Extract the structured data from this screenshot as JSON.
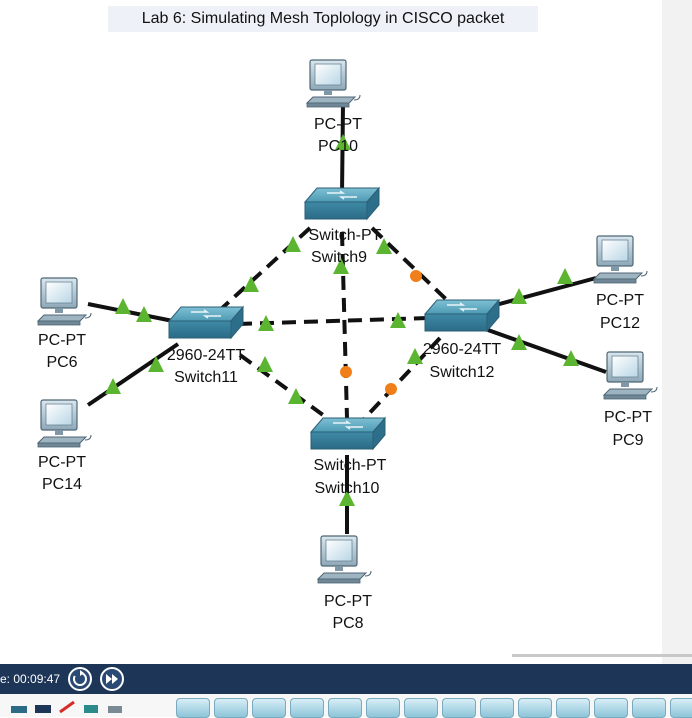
{
  "title": "Lab 6: Simulating Mesh Toplology in CISCO packet",
  "colors": {
    "cable": "#111111",
    "link_up": "#5cb531",
    "link_pending": "#f07f1a",
    "sim_bar": "#1d3557",
    "switch": "#3f8aa7"
  },
  "devices": {
    "pc10": {
      "type": "PC-PT",
      "name": "PC10",
      "icon": "pc-icon"
    },
    "pc6": {
      "type": "PC-PT",
      "name": "PC6",
      "icon": "pc-icon"
    },
    "pc14": {
      "type": "PC-PT",
      "name": "PC14",
      "icon": "pc-icon"
    },
    "pc12": {
      "type": "PC-PT",
      "name": "PC12",
      "icon": "pc-icon"
    },
    "pc9": {
      "type": "PC-PT",
      "name": "PC9",
      "icon": "pc-icon"
    },
    "pc8": {
      "type": "PC-PT",
      "name": "PC8",
      "icon": "pc-icon"
    },
    "switch9": {
      "type": "Switch-PT",
      "name": "Switch9",
      "icon": "switch-icon"
    },
    "switch10": {
      "type": "Switch-PT",
      "name": "Switch10",
      "icon": "switch-icon"
    },
    "switch11": {
      "type": "2960-24TT",
      "name": "Switch11",
      "icon": "switch-icon"
    },
    "switch12": {
      "type": "2960-24TT",
      "name": "Switch12",
      "icon": "switch-icon"
    }
  },
  "links": [
    {
      "from": "PC10",
      "to": "Switch9",
      "cable": "straight",
      "end_states": [
        "up",
        "up"
      ]
    },
    {
      "from": "PC6",
      "to": "Switch11",
      "cable": "straight",
      "end_states": [
        "up",
        "up"
      ]
    },
    {
      "from": "PC14",
      "to": "Switch11",
      "cable": "straight",
      "end_states": [
        "up",
        "up"
      ]
    },
    {
      "from": "PC12",
      "to": "Switch12",
      "cable": "straight",
      "end_states": [
        "up",
        "up"
      ]
    },
    {
      "from": "PC9",
      "to": "Switch12",
      "cable": "straight",
      "end_states": [
        "up",
        "up"
      ]
    },
    {
      "from": "PC8",
      "to": "Switch10",
      "cable": "straight",
      "end_states": [
        "up"
      ]
    },
    {
      "from": "Switch9",
      "to": "Switch11",
      "cable": "crossover",
      "end_states": [
        "up",
        "up"
      ]
    },
    {
      "from": "Switch9",
      "to": "Switch12",
      "cable": "crossover",
      "end_states": [
        "up",
        "pending"
      ]
    },
    {
      "from": "Switch9",
      "to": "Switch10",
      "cable": "crossover",
      "end_states": [
        "up",
        "pending"
      ]
    },
    {
      "from": "Switch11",
      "to": "Switch12",
      "cable": "crossover",
      "end_states": [
        "up",
        "up"
      ]
    },
    {
      "from": "Switch11",
      "to": "Switch10",
      "cable": "crossover",
      "end_states": [
        "up",
        "up"
      ]
    },
    {
      "from": "Switch12",
      "to": "Switch10",
      "cable": "crossover",
      "end_states": [
        "up",
        "pending"
      ]
    }
  ],
  "simulation": {
    "time": "e: 00:09:47",
    "buttons": [
      {
        "icon": "power-cycle-icon"
      },
      {
        "icon": "fast-forward-icon"
      }
    ]
  },
  "device_tray": {
    "category_icons": [
      "router-category-icon",
      "switch-category-icon",
      "wireless-category-icon",
      "connection-category-icon",
      "end-device-category-icon"
    ],
    "tile_icon": "switch-model-icon",
    "tile_count": 14
  }
}
